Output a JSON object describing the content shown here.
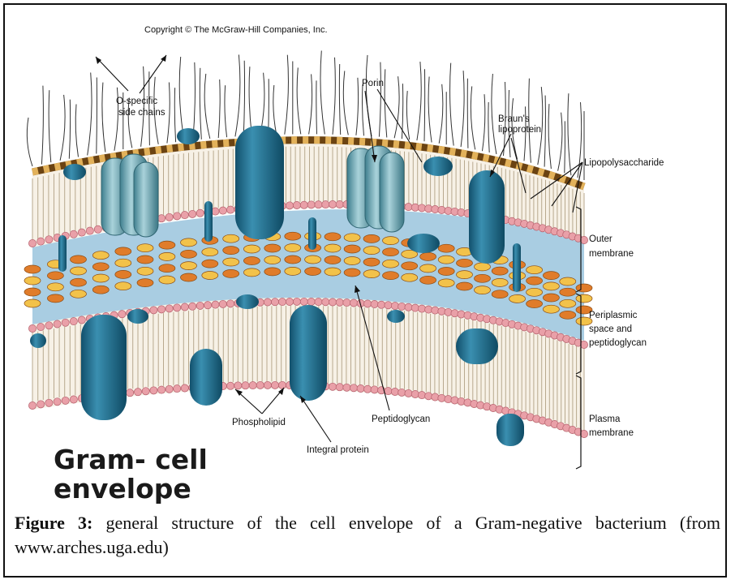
{
  "copyright": "Copyright © The McGraw-Hill Companies, Inc.",
  "title_line1": "Gram- cell",
  "title_line2": "envelope",
  "labels": {
    "o_specific_1": "O-specific",
    "o_specific_2": "side chains",
    "porin": "Porin",
    "brauns_1": "Braun's",
    "brauns_2": "lipoprotein",
    "lps": "Lipopolysaccharide",
    "outer_1": "Outer",
    "outer_2": "membrane",
    "peri_1": "Periplasmic",
    "peri_2": "space and",
    "peri_3": "peptidoglycan",
    "plasma_1": "Plasma",
    "plasma_2": "membrane",
    "phospholipid": "Phospholipid",
    "peptidoglycan": "Peptidoglycan",
    "integral": "Integral protein"
  },
  "caption": {
    "label": "Figure 3:",
    "text": " general structure of the cell envelope of a Gram-negative bacterium (from www.arches.uga.edu)"
  },
  "colors": {
    "protein": "#1f6d8f",
    "porin": "#6aa6b3",
    "head": "#e9a0a8",
    "periplasm": "#9fc6de",
    "lps": "#7a4a14",
    "pg_orange": "#e07c2a",
    "pg_yellow": "#f2c24a"
  }
}
